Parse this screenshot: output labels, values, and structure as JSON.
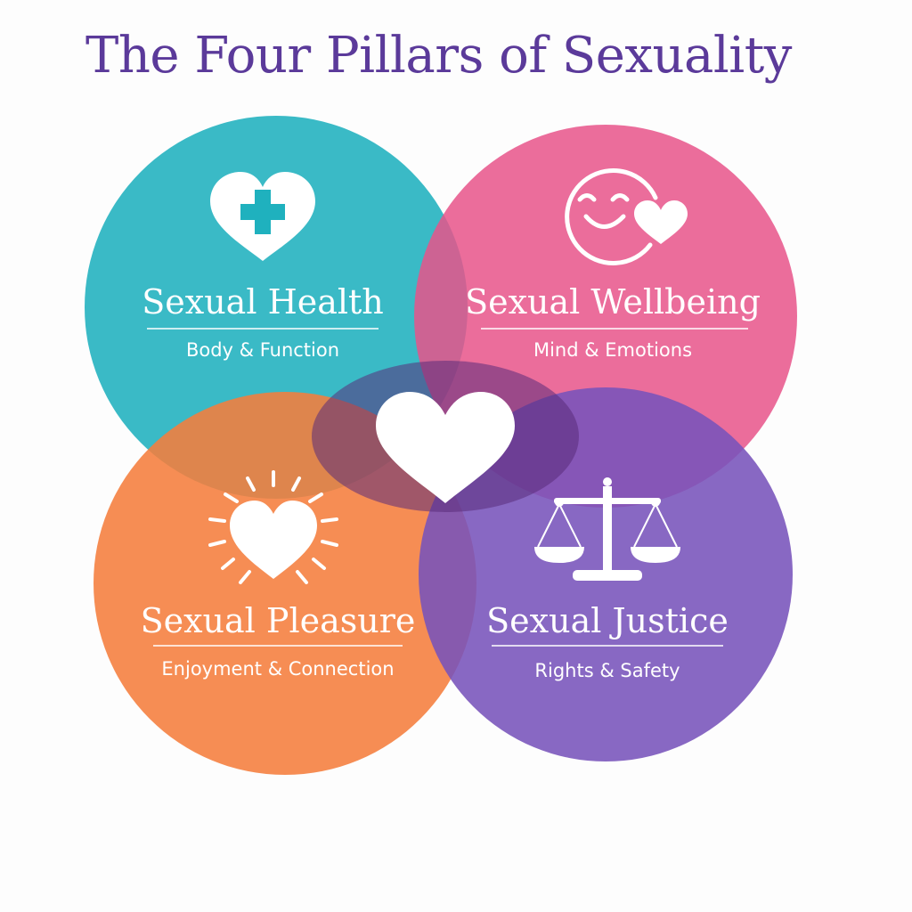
{
  "title": "The Four Pillars of Sexuality",
  "colors": {
    "title": "#5b3a9a",
    "health": "#1fb1be",
    "wellbeing": "#e8538a",
    "pleasure": "#f57d3c",
    "justice": "#7853bb",
    "center": "#5a2c7a"
  },
  "pillars": [
    {
      "key": "health",
      "title": "Sexual Health",
      "subtitle": "Body & Function",
      "icon": "heart-plus-icon"
    },
    {
      "key": "wellbeing",
      "title": "Sexual Wellbeing",
      "subtitle": "Mind & Emotions",
      "icon": "smiley-heart-icon"
    },
    {
      "key": "pleasure",
      "title": "Sexual Pleasure",
      "subtitle": "Enjoyment & Connection",
      "icon": "radiant-heart-icon"
    },
    {
      "key": "justice",
      "title": "Sexual Justice",
      "subtitle": "Rights & Safety",
      "icon": "scales-icon"
    }
  ],
  "center_icon": "center-heart-icon"
}
